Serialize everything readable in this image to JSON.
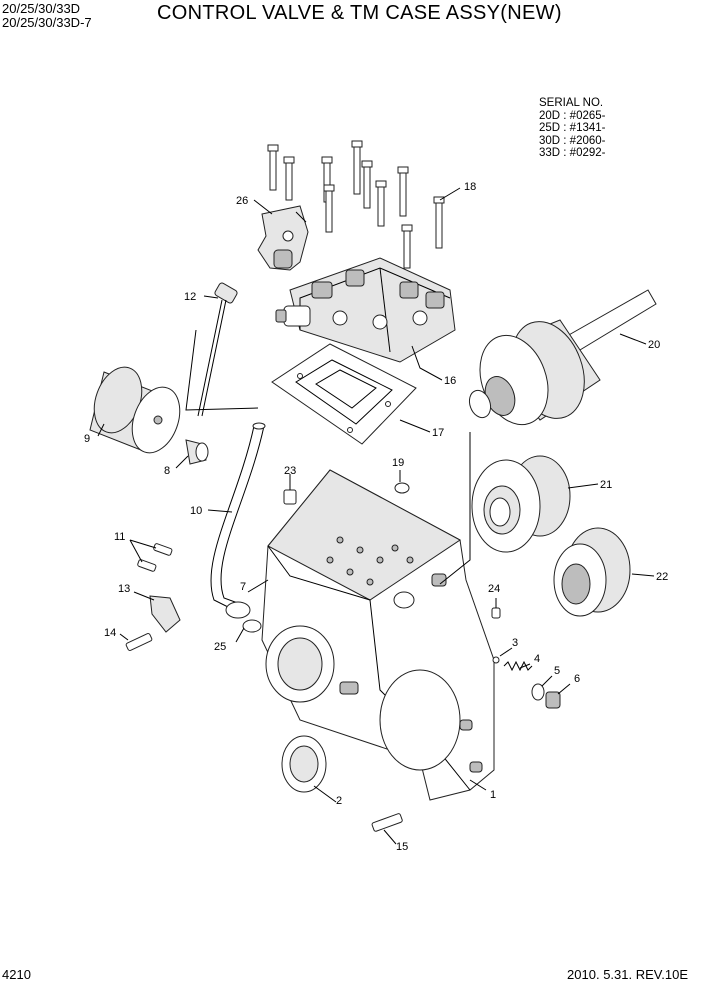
{
  "header": {
    "model_line_1": "20/25/30/33D",
    "model_line_2": "20/25/30/33D-7",
    "title": "CONTROL VALVE & TM CASE ASSY(NEW)"
  },
  "serial": {
    "heading": "SERIAL NO.",
    "entries": [
      "20D : #0265-",
      "25D : #1341-",
      "30D : #2060-",
      "33D : #0292-"
    ]
  },
  "callouts": [
    "1",
    "2",
    "3",
    "4",
    "5",
    "6",
    "7",
    "8",
    "9",
    "10",
    "11",
    "12",
    "13",
    "14",
    "15",
    "16",
    "17",
    "18",
    "19",
    "20",
    "21",
    "22",
    "23",
    "24",
    "25",
    "26"
  ],
  "footer": {
    "page_number": "4210",
    "date_revision": "2010. 5.31.  REV.10E"
  }
}
